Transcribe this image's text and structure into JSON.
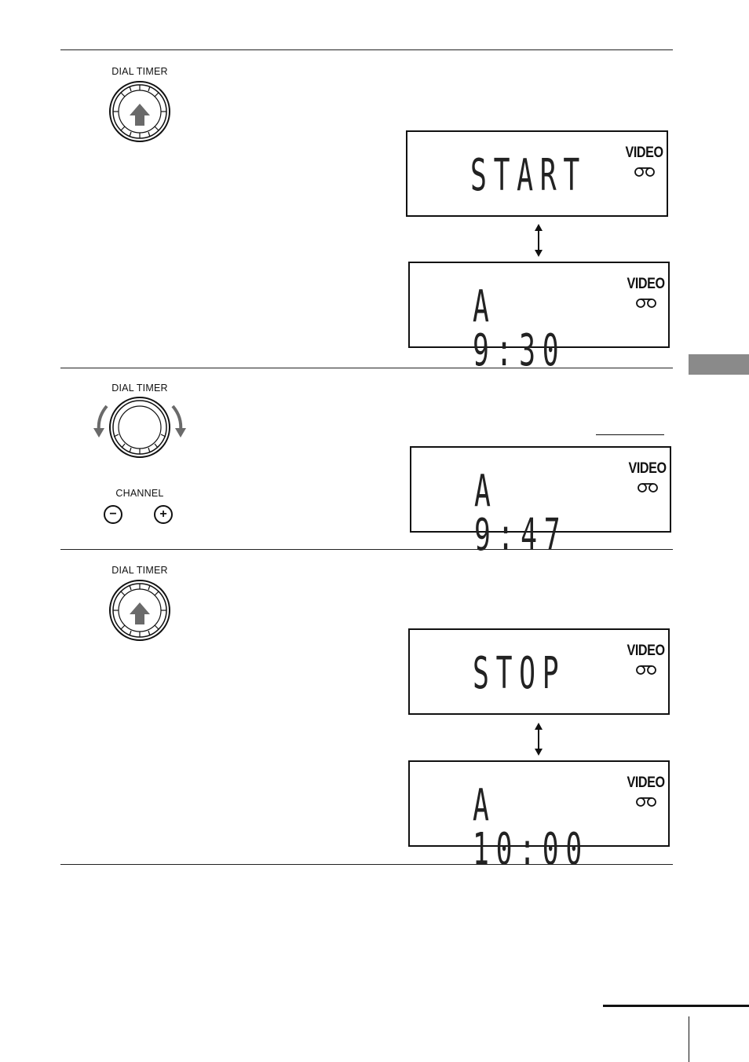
{
  "steps": [
    {
      "dial_label": "DIAL TIMER",
      "displays": [
        {
          "text": "START",
          "brand": "VIDEO"
        },
        {
          "text": "A  9:30",
          "brand": "VIDEO"
        }
      ]
    },
    {
      "dial_label": "DIAL TIMER",
      "channel_label": "CHANNEL",
      "minus": "−",
      "plus": "+",
      "displays": [
        {
          "text": "A  9:47",
          "brand": "VIDEO"
        }
      ]
    },
    {
      "dial_label": "DIAL TIMER",
      "displays": [
        {
          "text": "STOP",
          "brand": "VIDEO"
        },
        {
          "text": "A 10:00",
          "brand": "VIDEO"
        }
      ]
    }
  ],
  "icons": {
    "dial": "dial-timer-knob-icon",
    "tape": "cassette-tape-icon",
    "updown": "double-arrow-icon",
    "rotate": "rotate-arrows-icon"
  }
}
